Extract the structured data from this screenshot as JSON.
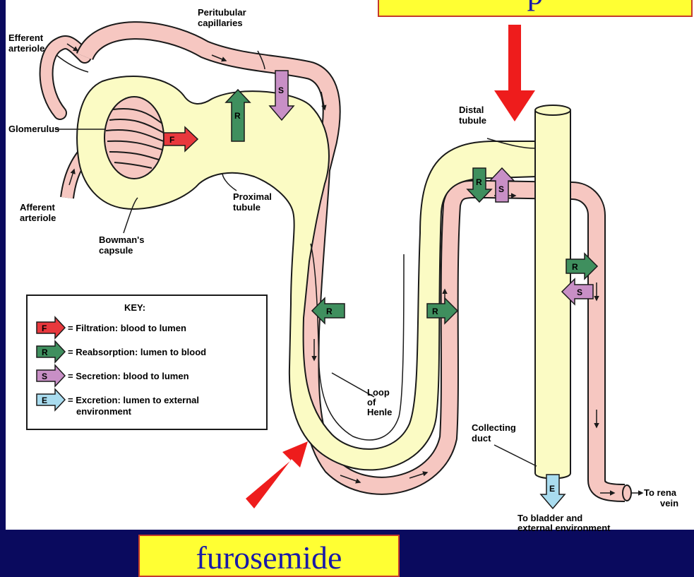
{
  "labels": {
    "efferent": [
      "Efferent",
      "arteriole"
    ],
    "peritubular": [
      "Peritubular",
      "capillaries"
    ],
    "glomerulus": "Glomerulus",
    "afferent": [
      "Afferent",
      "arteriole"
    ],
    "bowman": [
      "Bowman's",
      "capsule"
    ],
    "proximal": [
      "Proximal",
      "tubule"
    ],
    "distal": [
      "Distal",
      "tubule"
    ],
    "loop": [
      "Loop",
      "of",
      "Henle"
    ],
    "collecting": [
      "Collecting",
      "duct"
    ],
    "renal_vein": [
      "To rena",
      "vein"
    ],
    "bladder": [
      "To bladder and",
      "external environment"
    ]
  },
  "key": {
    "title": "KEY:",
    "rows": [
      {
        "letter": "F",
        "text": "= Filtration: blood to lumen",
        "color": "#e8383d"
      },
      {
        "letter": "R",
        "text": "= Reabsorption: lumen to blood",
        "color": "#3f8f5e"
      },
      {
        "letter": "S",
        "text": "= Secretion: blood to lumen",
        "color": "#c88fc6"
      },
      {
        "letter": "E",
        "text": "= Excretion: lumen to external",
        "text2": "environment",
        "color": "#a9dcef"
      }
    ]
  },
  "badges": {
    "F": "F",
    "R": "R",
    "S": "S",
    "E": "E"
  },
  "banners": {
    "top": "p",
    "bottom": "furosemide"
  },
  "colors": {
    "background": "#0a0a5e",
    "tubule": "#fbfbc4",
    "vessel": "#f6c7c1",
    "outline": "#1a1a1a",
    "pointer_arrow": "#ee1c1c",
    "banner_fill": "#ffff33",
    "banner_text": "#1a1aa8"
  }
}
